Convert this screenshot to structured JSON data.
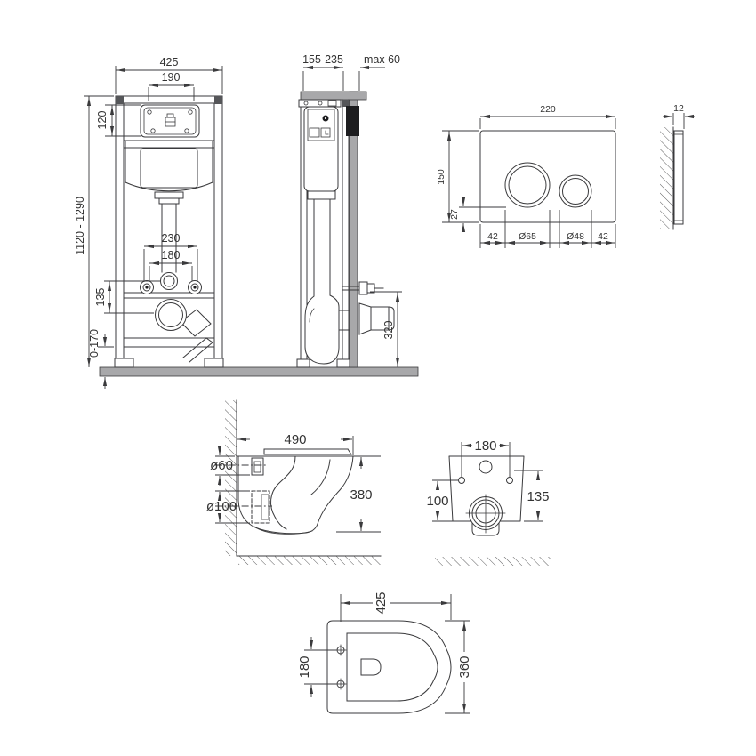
{
  "frame_front": {
    "width": "425",
    "opening": "190",
    "box_height": "120",
    "height_range": "1120 - 1290",
    "anchor_spacing": "230",
    "stud_spacing": "180",
    "drain_offset": "135",
    "foot_range": "0-170"
  },
  "frame_side": {
    "depth_range": "155-235",
    "wall_max": "max 60",
    "outlet_height": "320"
  },
  "flush_plate": {
    "width": "220",
    "height": "150",
    "button_offset": "27",
    "margin_left": "42",
    "big_button": "Ø65",
    "small_button": "Ø48",
    "margin_right": "42",
    "thickness": "12"
  },
  "bowl_side": {
    "depth": "490",
    "inlet": "ø60",
    "outlet": "ø100",
    "height": "380"
  },
  "bowl_rear": {
    "bolt_spacing": "180",
    "outlet_height": "100",
    "bolt_height": "135"
  },
  "bowl_top": {
    "length": "425",
    "bolt_spacing": "180",
    "width": "360"
  },
  "colors": {
    "line": "#3a3a3c",
    "gray_fill": "#a8a8aa",
    "dark_fill": "#555659",
    "black_fill": "#1d1d1f",
    "text": "#333333",
    "background": "#ffffff"
  }
}
